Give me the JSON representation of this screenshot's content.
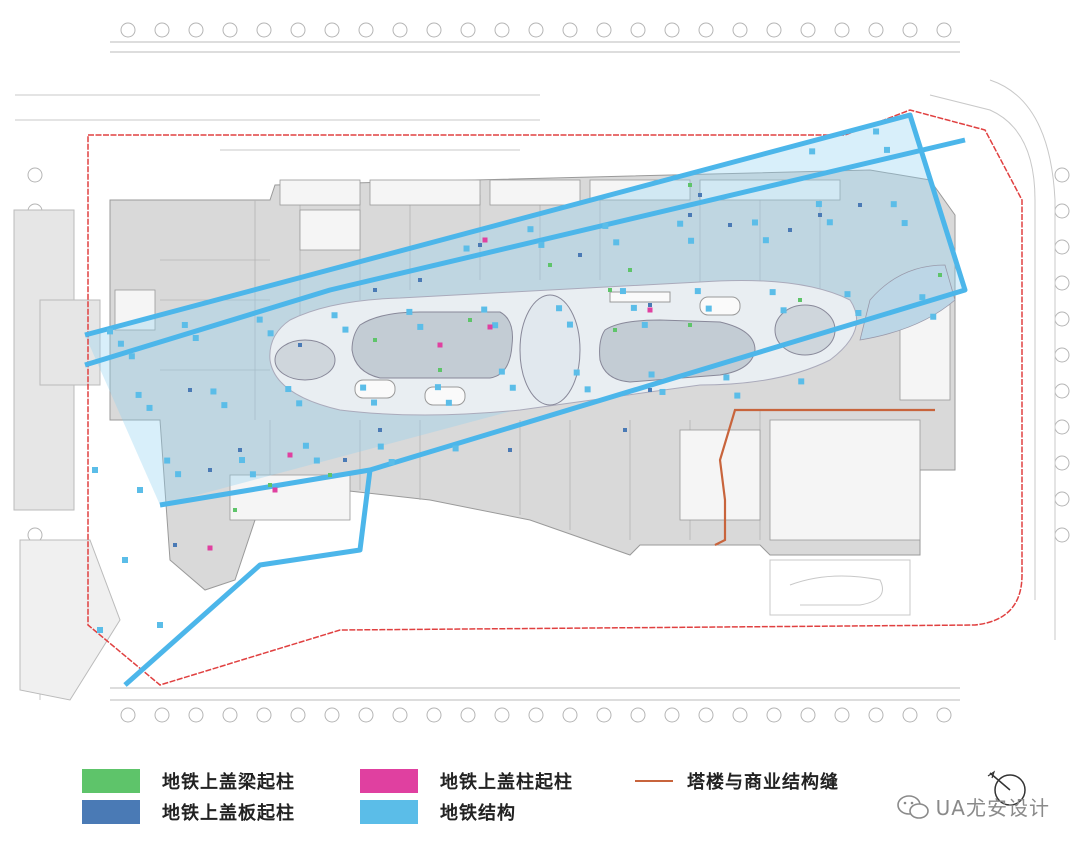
{
  "legend": {
    "items": [
      {
        "label": "地铁上盖梁起柱",
        "color": "#5ec46a"
      },
      {
        "label": "地铁上盖柱起柱",
        "color": "#e040a0"
      },
      {
        "label": "塔楼与商业结构缝",
        "color": "#c8643c"
      },
      {
        "label": "地铁上盖板起柱",
        "color": "#4a7ab5"
      },
      {
        "label": "地铁结构",
        "color": "#5bbde8"
      }
    ]
  },
  "watermark": {
    "text": "UA尤安设计"
  },
  "colors": {
    "site_boundary": "#e04040",
    "shop_fill": "#d9d9d9",
    "atrium_fill": "#e9eef2",
    "subway_fill": "#8fd0f2",
    "subway_line": "#4cb6ea",
    "seam_line": "#c8643c"
  }
}
